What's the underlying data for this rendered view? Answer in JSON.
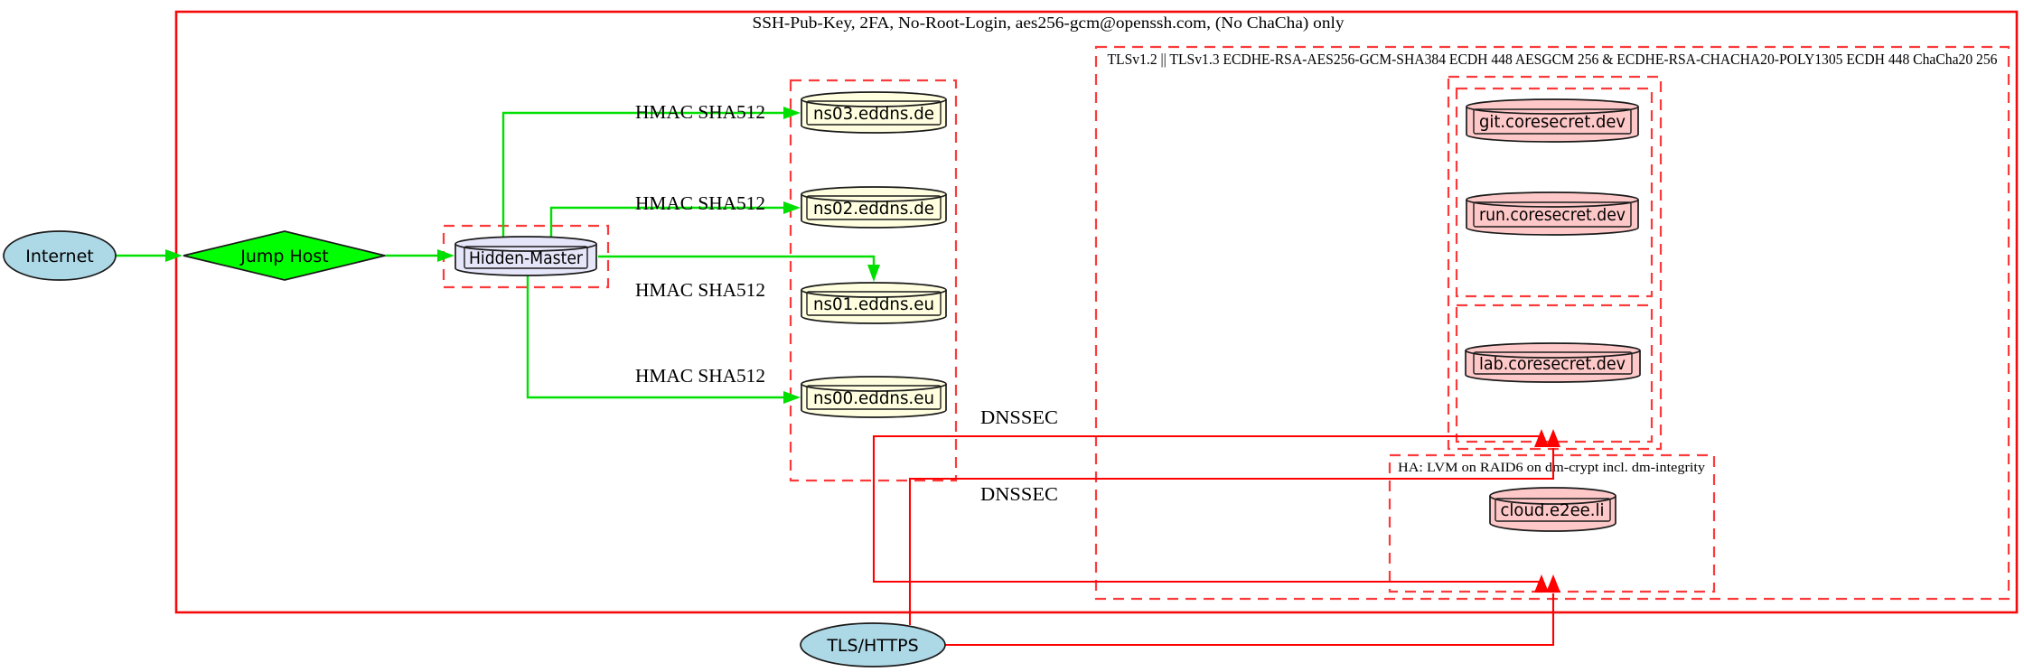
{
  "clusters": {
    "ssh": {
      "label": "SSH-Pub-Key, 2FA, No-Root-Login, aes256-gcm@openssh.com, (No ChaCha) only"
    },
    "tls": {
      "label": "TLSv1.2 || TLSv1.3 ECDHE-RSA-AES256-GCM-SHA384 ECDH 448 AESGCM 256 & ECDHE-RSA-CHACHA20-POLY1305 ECDH 448 ChaCha20 256"
    },
    "ha": {
      "label": "HA: LVM on RAID6 on dm-crypt incl. dm-integrity"
    }
  },
  "nodes": {
    "internet": {
      "label": "Internet"
    },
    "jump_host": {
      "label": "Jump Host"
    },
    "hidden_master": {
      "label": "Hidden-Master"
    },
    "ns03": {
      "label": "ns03.eddns.de"
    },
    "ns02": {
      "label": "ns02.eddns.de"
    },
    "ns01": {
      "label": "ns01.eddns.eu"
    },
    "ns00": {
      "label": "ns00.eddns.eu"
    },
    "git": {
      "label": "git.coresecret.dev"
    },
    "run": {
      "label": "run.coresecret.dev"
    },
    "lab": {
      "label": "lab.coresecret.dev"
    },
    "cloud": {
      "label": "cloud.e2ee.li"
    },
    "tls_https": {
      "label": "TLS/HTTPS"
    }
  },
  "edge_labels": {
    "hmac": "HMAC SHA512",
    "dnssec": "DNSSEC"
  },
  "colors": {
    "edge_secure_green": "#00e000",
    "jump_host_green": "#00ff00",
    "edge_alert_red": "#ff0000",
    "cluster_border_red": "#fb3b3b",
    "fill_internet": "#add8e6",
    "fill_hidden_master": "#e6e6fa",
    "fill_nameserver": "#ffffe0",
    "fill_service_pink": "#ffc8c8"
  }
}
